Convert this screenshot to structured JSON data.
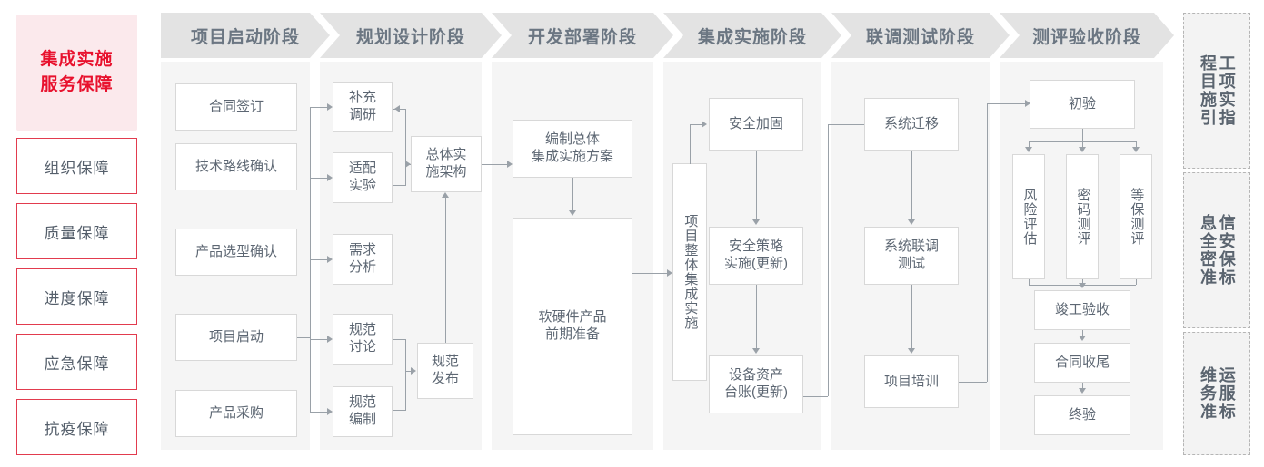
{
  "left_rail": {
    "header": "集成实施\n服务保障",
    "header_line1": "集成实施",
    "header_line2": "服务保障",
    "accent_color": "#e8112d",
    "header_bg": "#fbe9ec",
    "items": [
      {
        "label": "组织保障"
      },
      {
        "label": "质量保障"
      },
      {
        "label": "进度保障"
      },
      {
        "label": "应急保障"
      },
      {
        "label": "抗疫保障"
      }
    ]
  },
  "phases": [
    {
      "title": "项目启动阶段",
      "nodes": [
        {
          "label": "合同签订"
        },
        {
          "label": "技术路线确认"
        },
        {
          "label": "产品选型确认"
        },
        {
          "label": "项目启动"
        },
        {
          "label": "产品采购"
        }
      ]
    },
    {
      "title": "规划设计阶段",
      "nodes": [
        {
          "label": "补充\n调研",
          "l1": "补充",
          "l2": "调研"
        },
        {
          "label": "适配\n实验",
          "l1": "适配",
          "l2": "实验"
        },
        {
          "label": "需求\n分析",
          "l1": "需求",
          "l2": "分析"
        },
        {
          "label": "规范\n讨论",
          "l1": "规范",
          "l2": "讨论"
        },
        {
          "label": "规范\n编制",
          "l1": "规范",
          "l2": "编制"
        },
        {
          "label": "总体实\n施架构",
          "l1": "总体实",
          "l2": "施架构"
        },
        {
          "label": "规范\n发布",
          "l1": "规范",
          "l2": "发布"
        }
      ]
    },
    {
      "title": "开发部署阶段",
      "nodes": [
        {
          "label": "编制总体\n集成实施方案",
          "l1": "编制总体",
          "l2": "集成实施方案"
        },
        {
          "label": "软硬件产品\n前期准备",
          "l1": "软硬件产品",
          "l2": "前期准备"
        }
      ]
    },
    {
      "title": "集成实施阶段",
      "nodes": [
        {
          "label": "项目整体集成实施",
          "vertical": true
        },
        {
          "label": "安全加固"
        },
        {
          "label": "安全策略\n实施(更新)",
          "l1": "安全策略",
          "l2": "实施(更新)"
        },
        {
          "label": "设备资产\n台账(更新)",
          "l1": "设备资产",
          "l2": "台账(更新)"
        }
      ]
    },
    {
      "title": "联调测试阶段",
      "nodes": [
        {
          "label": "系统迁移"
        },
        {
          "label": "系统联调\n测试",
          "l1": "系统联调",
          "l2": "测试"
        },
        {
          "label": "项目培训"
        }
      ]
    },
    {
      "title": "测评验收阶段",
      "nodes": [
        {
          "label": "初验"
        },
        {
          "label": "风险评估",
          "vertical": true
        },
        {
          "label": "密码测评",
          "vertical": true
        },
        {
          "label": "等保测评",
          "vertical": true
        },
        {
          "label": "竣工验收"
        },
        {
          "label": "合同收尾"
        },
        {
          "label": "终验"
        }
      ]
    }
  ],
  "right_rail": {
    "items": [
      {
        "col_right": "程目施引",
        "col_left": "工项实指",
        "full": "工程项目实施指引"
      },
      {
        "col_right": "息全密准",
        "col_left": "信安保标",
        "full": "信息安全保密标准"
      },
      {
        "col_right": "维务准",
        "col_left": "运服标",
        "full": "运维服务标准"
      }
    ]
  }
}
